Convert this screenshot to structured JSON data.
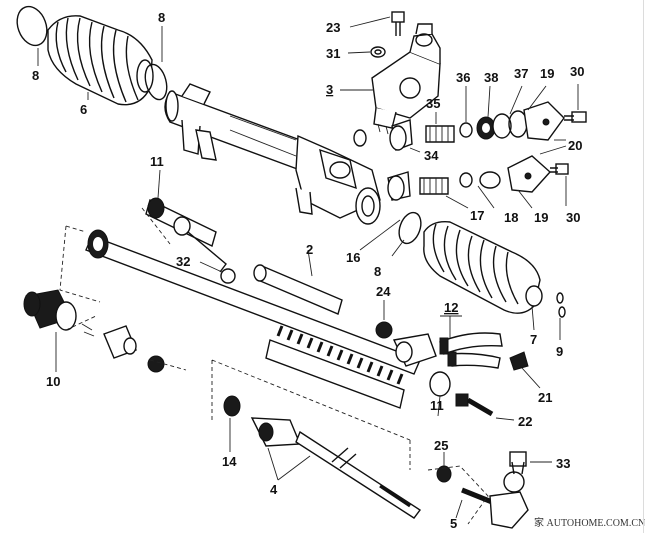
{
  "diagram": {
    "labels": {
      "l23": "23",
      "l31": "31",
      "l3": "3",
      "l8a": "8",
      "l8b": "8",
      "l6": "6",
      "l36": "36",
      "l38": "38",
      "l37": "37",
      "l19a": "19",
      "l30a": "30",
      "l35": "35",
      "l34": "34",
      "l20": "20",
      "l11a": "11",
      "l2": "2",
      "l17": "17",
      "l18": "18",
      "l19b": "19",
      "l30b": "30",
      "l16": "16",
      "l8c": "8",
      "l32": "32",
      "l24": "24",
      "l12": "12",
      "l7": "7",
      "l9": "9",
      "l10": "10",
      "l21": "21",
      "l11b": "11",
      "l22": "22",
      "l14": "14",
      "l25": "25",
      "l33": "33",
      "l4": "4",
      "l5": "5"
    },
    "watermark": "家 AUTOHOME.COM.CN"
  }
}
